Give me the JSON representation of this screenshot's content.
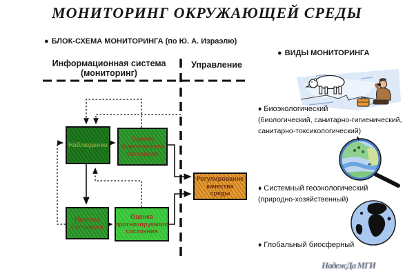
{
  "title": "МОНИТОРИНГ ОКРУЖАЮЩЕЙ СРЕДЫ",
  "block_scheme": {
    "bullet": "●",
    "heading": "БЛОК-СХЕМА МОНИТОРИНГА (по Ю. А. Израэлю)",
    "columns": {
      "info_system_line1": "Информационная система",
      "info_system_line2": "(мониторинг)",
      "management": "Управление"
    },
    "boxes": {
      "observation": "Наблюдение",
      "actual_assessment": "Оценка фактического состояния",
      "forecast": "Прогноз состояния",
      "forecast_assessment": "Оценка прогнозируемого состояния",
      "regulation": "Регулирование качества среды"
    },
    "colors": {
      "observation_bg": "#1e7a1e",
      "assessment_bg": "#2f9e2f",
      "forecast_assessment_bg": "#3fcc3f",
      "regulation_bg": "#e8992f",
      "line_color": "#111111"
    }
  },
  "monitoring_types": {
    "bullet": "●",
    "heading": "ВИДЫ МОНИТОРИНГА",
    "items": [
      {
        "marker": "♦",
        "label": "Биоэкологический",
        "note_line1": "(биологический,  санитарно-гигиенический,",
        "note_line2": "санитарно-токсикологический)",
        "illustration": "polar-bear-observer"
      },
      {
        "marker": "♦",
        "label": "Системный  геоэкологический",
        "note_line1": "(природно-хозяйственный)",
        "illustration": "magnifier-over-map"
      },
      {
        "marker": "♦",
        "label": "Глобальный  биосферный",
        "illustration": "globe"
      }
    ]
  },
  "watermark": "НадежДа МГИ"
}
